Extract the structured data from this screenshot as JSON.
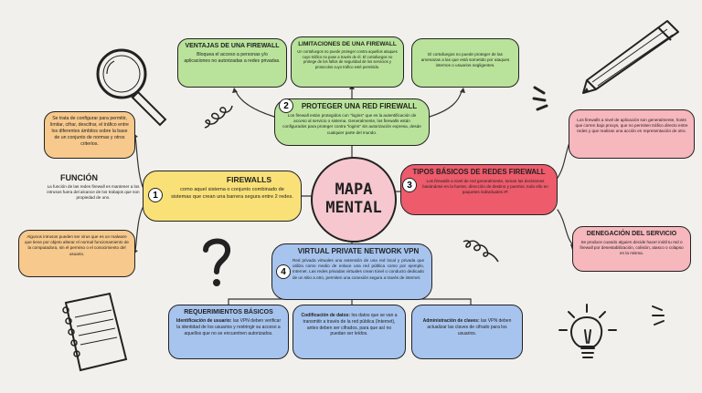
{
  "center": {
    "line1": "MAPA",
    "line2": "MENTAL"
  },
  "firewalls": {
    "number": "1",
    "title": "FIREWALLS",
    "text": "como aquel sistema o conjunto combinado de sistemas que crean una barrera segura entre 2 redes."
  },
  "funcion": {
    "title": "FUNCIÓN",
    "text": "La función de las redes firewall es mantener a los intrusos fuera del alcance de los trabajos que son propiedad de uno."
  },
  "configurar": {
    "text": "Se trata de configurar para permitir, limitar, cifrar, descifrar, el tráfico entre los diferentes ámbitos sobre la base de un conjunto de normas y otros criterios."
  },
  "intrusos": {
    "text": "Algunos intrusos pueden ser virus que es un malware que tiene por objeto alterar el normal funcionamiento de la computadora, sin el permiso o el conocimiento del usuario."
  },
  "proteger": {
    "number": "2",
    "title": "PROTEGER UNA RED FIREWALL",
    "text": "Los firewall están protegidos con \"logins\" que es la autentificación de acceso al servicio o sistema. Generalmente, los firewalls están configurados para proteger contra \"logins\" sin autorización expresa, desde cualquier parte del mundo."
  },
  "ventajas": {
    "title": "VENTAJAS DE UNA FIREWALL",
    "text": "Bloquea el acceso a personas y/o aplicaciones no autorizadas a redes privadas."
  },
  "limitaciones": {
    "title": "LIMITACIONES DE UNA FIREWALL",
    "text": "Un cortafuegos no puede proteger contra aquellos ataques cuyo tráfico no pase a través de él. El cortafuegos no protege de los fallos de seguridad de los servicios y protocolos cuyo tráfico esté permitido."
  },
  "cortafuegos": {
    "text": "El cortafuegos no puede proteger de las amenazas a las que está sometido por ataques internos o usuarios negligentes."
  },
  "tipos": {
    "number": "3",
    "title": "TIPOS BÁSICOS DE REDES FIREWALL",
    "text": "Los firewalls a nivel de red generalmente, toman las decisiones basándose en la fuente, dirección de destino y puertos, todo ello en paquetes individuales IP."
  },
  "aplicacion": {
    "text": "Los firewalls a nivel de aplicación son generalmente, hosts que corren bajo proxys, que no permiten tráfico directo entre redes y que realizan una acción en representación de otro."
  },
  "denegacion": {
    "title": "DENEGACIÓN DEL SERVICIO",
    "text": "Se produce cuando alguien decide hacer inútil tu red o firewall por desestabilización, colisión, atasco o colapso en la misma."
  },
  "vpn": {
    "number": "4",
    "title": "VIRTUAL PRIVATE NETWORK VPN",
    "text": "Red privada virtuales una extensión de una red local y privada que utiliza como medio de enlace una red pública como por ejemplo, Internet. Las redes privadas virtuales crean túnel o conducto dedicado de un sitio a otro, permiten una conexión segura a través de internet."
  },
  "requerimientos": {
    "title": "REQUERIMIENTOS BÁSICOS",
    "lead": "Identificación de usuario:",
    "text": "las VPN deben verificar la identidad de los usuarios y restringir su acceso a aquellos que no se encuentren autorizados."
  },
  "codificacion": {
    "lead": "Codificación de datos:",
    "text": "los datos que se van a transmitir a través de la red pública (Internet), antes deben ser cifrados, para que así no puedan ser leídos."
  },
  "claves": {
    "lead": "Administración de claves:",
    "text": "las VPN deben actualizar las claves de cifrado para los usuarios."
  },
  "colors": {
    "background": "#f1f0ec",
    "green": "#b9e39a",
    "yellow": "#f9e178",
    "orange": "#f7c98c",
    "pink": "#f6b7bd",
    "red": "#ee5b6b",
    "blue": "#a7c4ee",
    "center": "#f6c7cf"
  }
}
